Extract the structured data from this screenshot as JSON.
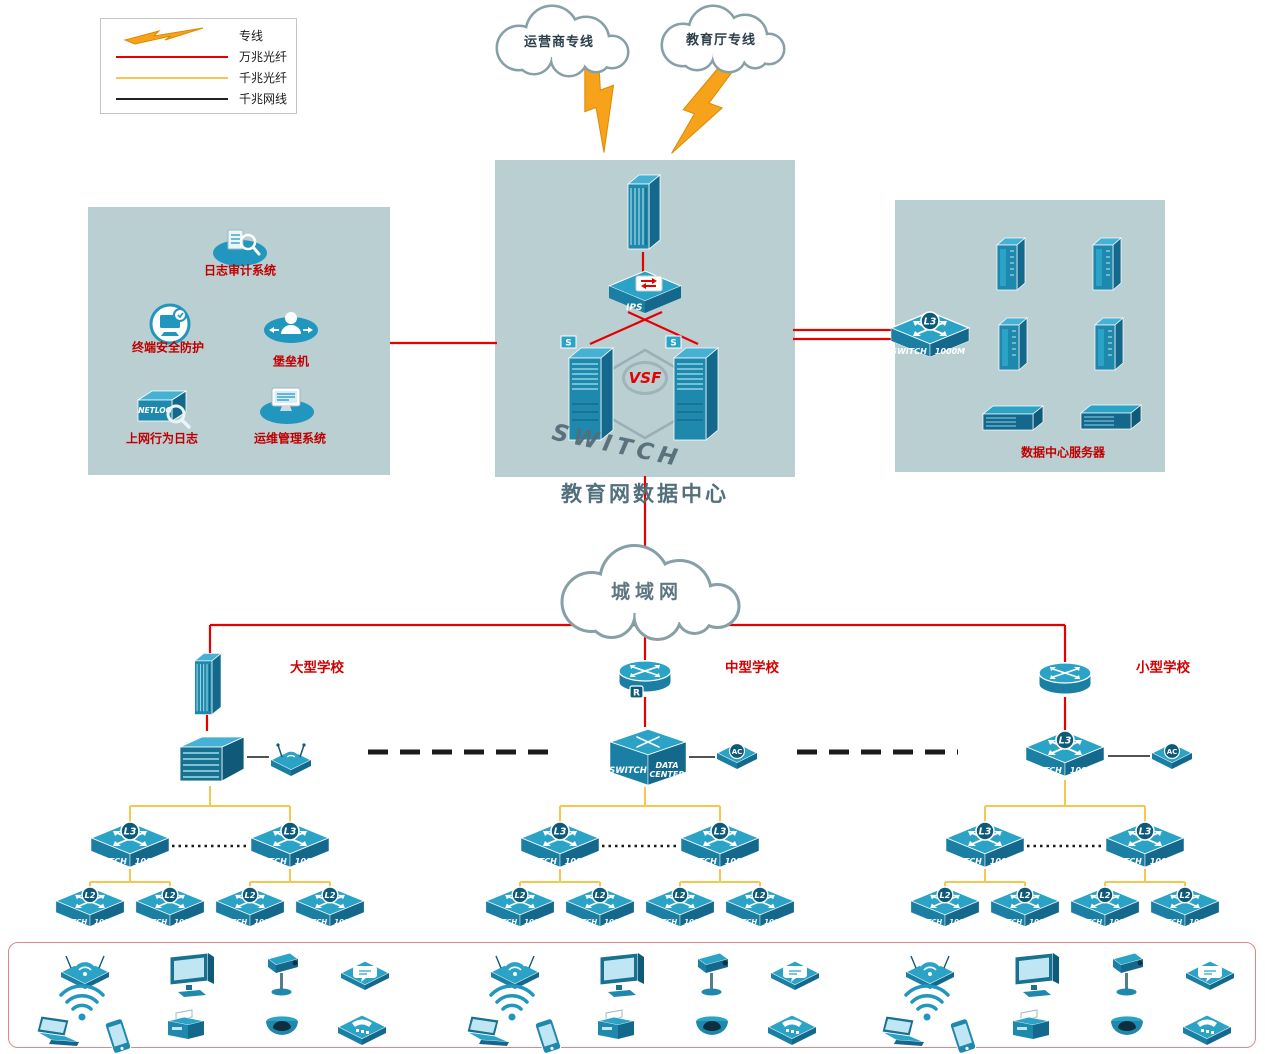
{
  "legend": {
    "items": [
      {
        "label": "专线",
        "kind": "lightning"
      },
      {
        "label": "万兆光纤",
        "kind": "line-red"
      },
      {
        "label": "千兆光纤",
        "kind": "line-yellow"
      },
      {
        "label": "千兆网线",
        "kind": "line-black"
      }
    ]
  },
  "colors": {
    "dedicated_line": "#f7a21b",
    "fiber_10g": "#e60000",
    "fiber_1g": "#f6c64f",
    "cable_1g": "#1a1a1a",
    "device_teal": "#2aa3c6",
    "zone_bg": "#b9cfd2",
    "label_red": "#c00000"
  },
  "clouds": {
    "operator": "运营商专线",
    "education": "教育厅专线",
    "metro": "城域网"
  },
  "datacenter": {
    "title": "教育网数据中心",
    "vsf": "VSF",
    "watermark": "SWITCH",
    "ips": "IPS",
    "server_flag": "S"
  },
  "security_box": {
    "items": [
      {
        "label": "日志审计系统"
      },
      {
        "label": "终端安全防护"
      },
      {
        "label": "堡垒机"
      },
      {
        "label": "上网行为日志"
      },
      {
        "label": "运维管理系统"
      }
    ],
    "netlog_text": "NETLOG"
  },
  "server_box": {
    "label": "数据中心服务器"
  },
  "switch_text": {
    "name": "SWITCH",
    "speed": "1000M",
    "l3": "L3",
    "l2": "L2",
    "ac": "AC",
    "router": "R",
    "dc1": "DATA",
    "dc2": "CENTER"
  },
  "schools": [
    {
      "name": "大型学校"
    },
    {
      "name": "中型学校"
    },
    {
      "name": "小型学校"
    }
  ],
  "end_devices": {
    "types": [
      "wireless-ap",
      "pc-monitor",
      "ptz-camera",
      "chat-device",
      "wifi-signal",
      "laptop",
      "smartphone",
      "printer",
      "dome-camera",
      "fax-phone"
    ]
  }
}
